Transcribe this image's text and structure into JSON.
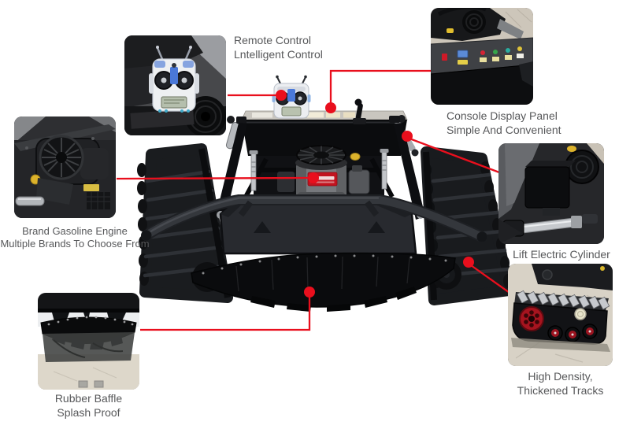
{
  "figure": {
    "subject": "remote-control tracked lawn mower annotated feature diagram",
    "background": "#ffffff"
  },
  "colors": {
    "callout_red": "#e90f1d",
    "label_text": "#57585a",
    "engine_badge_red": "#c2131f"
  },
  "callouts": {
    "remote_control": {
      "line1": "Remote Control",
      "line2": "Lntelligent Control"
    },
    "console_panel": {
      "line1": "Console Display Panel",
      "line2": "Simple And Convenient"
    },
    "gasoline_engine": {
      "line1": "Brand Gasoline Engine",
      "line2": "Multiple Brands To Choose From"
    },
    "lift_cylinder": {
      "line1": "Lift Electric Cylinder"
    },
    "rubber_baffle": {
      "line1": "Rubber Baffle",
      "line2": "Splash Proof"
    },
    "tracks": {
      "line1": "High Density,",
      "line2": "Thickened Tracks"
    }
  }
}
